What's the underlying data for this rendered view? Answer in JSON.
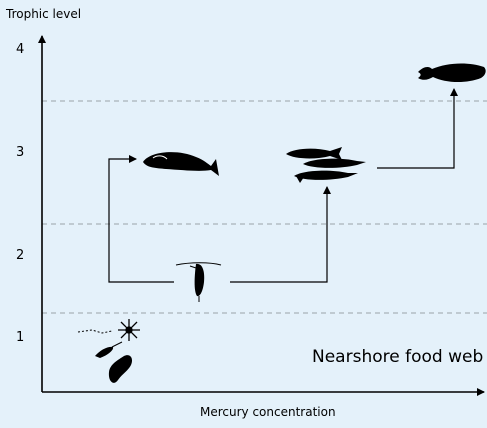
{
  "diagram": {
    "y_axis_title": "Trophic level",
    "x_axis_title": "Mercury concentration",
    "y_ticks": [
      "1",
      "2",
      "3",
      "4"
    ],
    "label": "Nearshore food web",
    "colors": {
      "background": "#e4f1fa",
      "ink": "#000000",
      "gridline": "#9aa3a8"
    },
    "organisms": [
      {
        "level": "1",
        "group": "phytoplankton-and-zooplankton",
        "icon": "plankton-cluster-icon"
      },
      {
        "level": "2",
        "group": "copepod",
        "icon": "copepod-icon"
      },
      {
        "level": "3",
        "group": "whale",
        "icon": "whale-icon"
      },
      {
        "level": "3",
        "group": "fish-school",
        "icon": "fish-school-icon"
      },
      {
        "level": "4",
        "group": "seal",
        "icon": "seal-icon"
      }
    ],
    "flows": [
      {
        "from": "copepod",
        "to": "whale"
      },
      {
        "from": "copepod",
        "to": "fish-school"
      },
      {
        "from": "fish-school",
        "to": "seal"
      }
    ]
  }
}
